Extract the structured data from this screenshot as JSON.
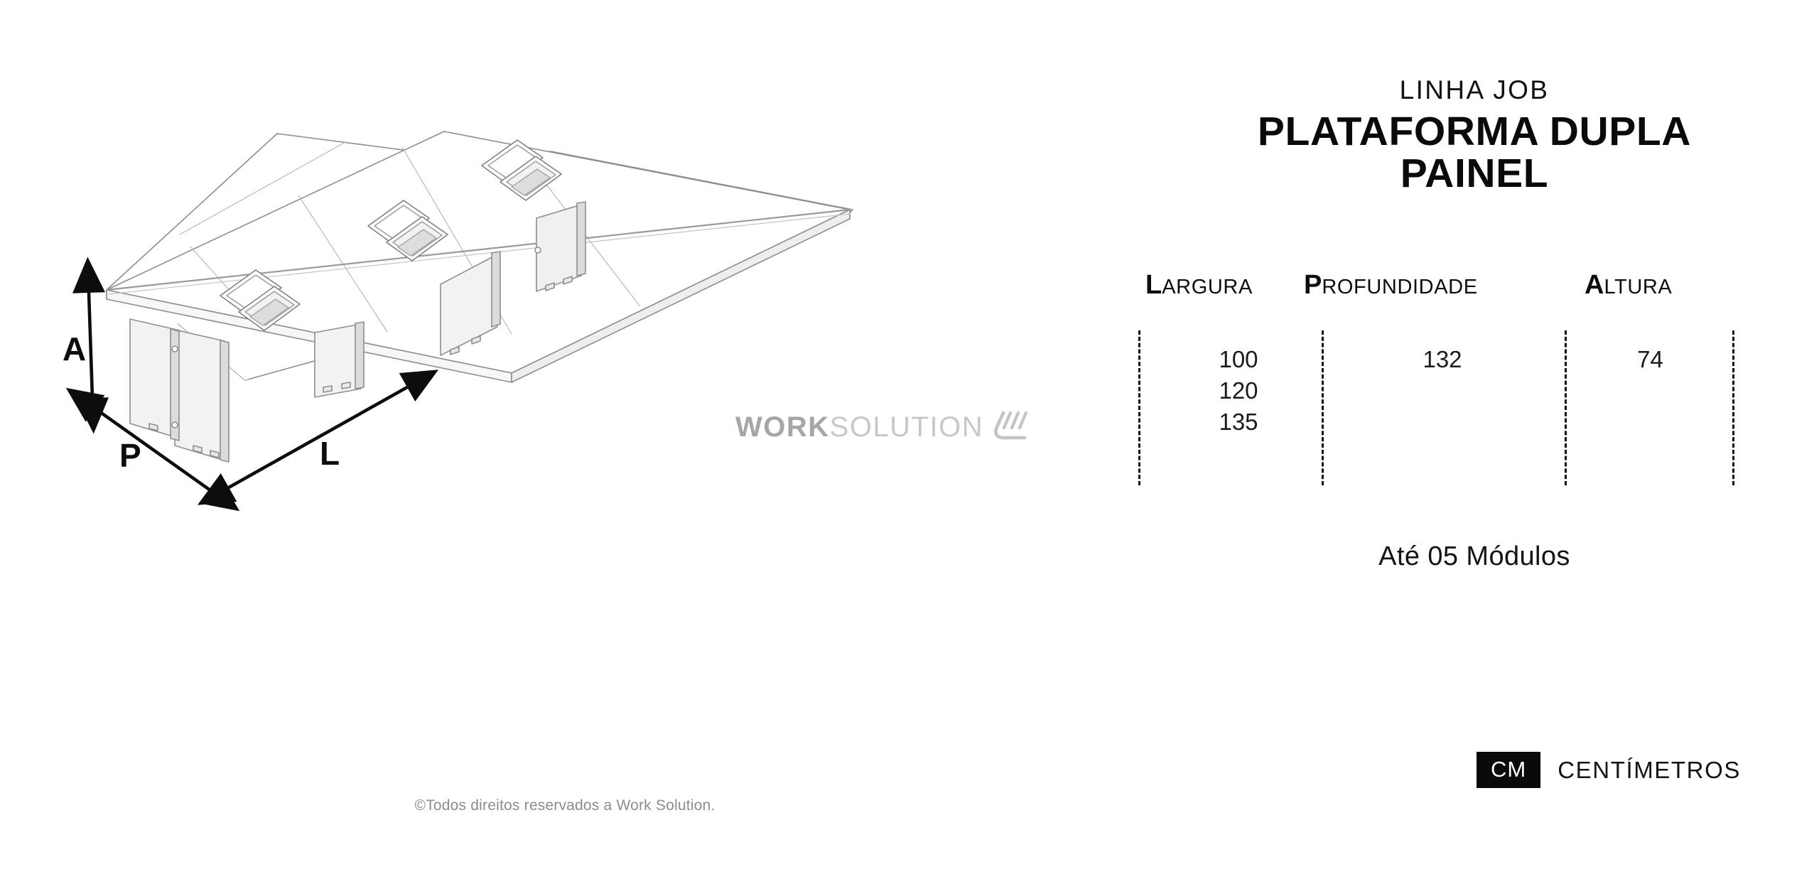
{
  "title_block": {
    "line_label": "LINHA JOB",
    "product_name_line1": "PLATAFORMA DUPLA",
    "product_name_line2": "PAINEL"
  },
  "spec_table": {
    "columns": [
      {
        "header_capital": "L",
        "header_rest": "ARGURA",
        "header_full": "LARGURA",
        "values": [
          "100",
          "120",
          "135"
        ]
      },
      {
        "header_capital": "P",
        "header_rest": "ROFUNDIDADE",
        "header_full": "PROFUNDIDADE",
        "values": [
          "132"
        ]
      },
      {
        "header_capital": "A",
        "header_rest": "LTURA",
        "header_full": "ALTURA",
        "values": [
          "74"
        ]
      }
    ],
    "largura_values_text": "100\n120\n135",
    "profundidade_values_text": "132",
    "altura_values_text": "74"
  },
  "modules_note": "Até 05 Módulos",
  "unit_badge": {
    "abbreviation": "CM",
    "label": "CENTÍMETROS"
  },
  "illustration": {
    "dimension_labels": {
      "height": "A",
      "depth": "P",
      "width": "L"
    },
    "watermark": {
      "brand_bold": "WORK",
      "brand_light": "SOLUTION",
      "logo_icon": "work-solution-logo-icon"
    }
  },
  "footer": {
    "copyright": "©Todos direitos reservados a Work Solution."
  },
  "colors": {
    "text_primary": "#0d0d0d",
    "text_muted": "#8c8c8c",
    "badge_background": "#0a0a0a",
    "badge_text": "#ffffff",
    "drawing_line": "#8e8e8e",
    "drawing_surface": "#ffffff",
    "drawing_panel": "#f1f1f1",
    "watermark_bold": "#a6a6a6",
    "watermark_light": "#c8c8c8"
  }
}
